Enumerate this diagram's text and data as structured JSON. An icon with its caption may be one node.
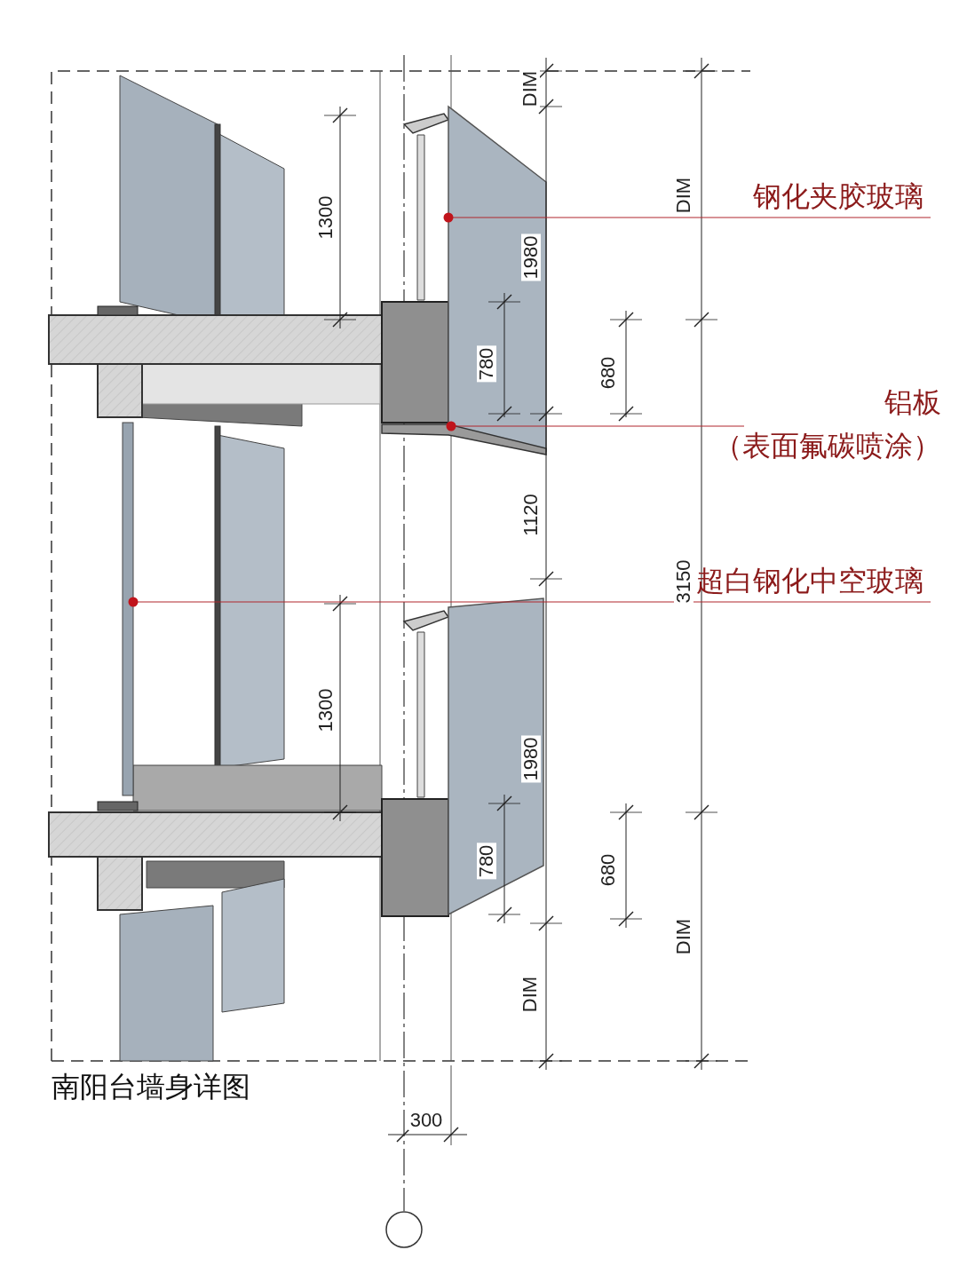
{
  "diagram": {
    "caption": "南阳台墙身详图",
    "nodes": [
      {
        "text": [
          "钢化夹胶玻璃"
        ]
      },
      {
        "text": [],
        "shape": "picture"
      },
      {
        "text": [
          "铝板",
          "（表面氟碳喷涂）"
        ]
      },
      {
        "text": [],
        "shape": "picture"
      },
      {
        "text": [
          "超白钢化中空玻璃"
        ]
      },
      {
        "text": [],
        "shape": "picture"
      },
      {
        "text": [],
        "shape": "picture"
      }
    ],
    "edges": [
      {
        "from": 0,
        "to": 1,
        "arrow": "other"
      },
      {
        "from": 2,
        "to": 3,
        "arrow": "other"
      },
      {
        "from": 4,
        "to": 5,
        "arrow": "other"
      }
    ],
    "labels": [
      "DIM",
      "1300",
      "DIM",
      "1980",
      "780",
      "680",
      "1120",
      "3150",
      "1300",
      "1980",
      "780",
      "680",
      "DIM",
      "DIM",
      "300"
    ]
  }
}
